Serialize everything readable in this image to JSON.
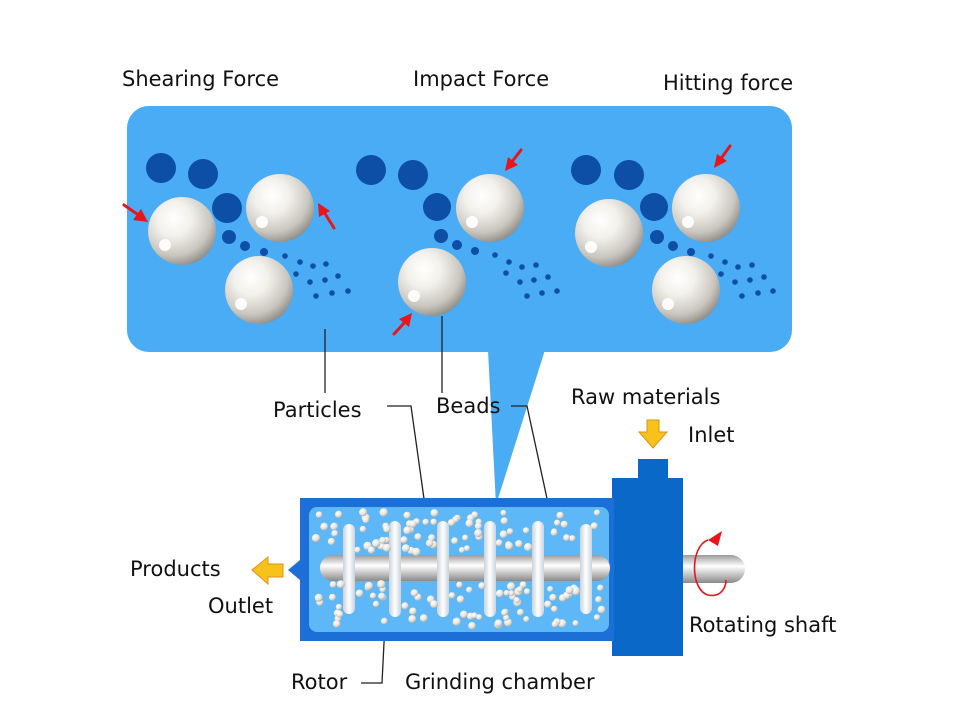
{
  "forces": {
    "shearing": "Shearing Force",
    "impact": "Impact Force",
    "hitting": "Hitting force"
  },
  "labels": {
    "particles": "Particles",
    "beads": "Beads",
    "raw_materials": "Raw materials",
    "inlet": "Inlet",
    "products": "Products",
    "outlet": "Outlet",
    "rotating_shaft": "Rotating shaft",
    "rotor": "Rotor",
    "grinding_chamber": "Grinding chamber"
  },
  "colors": {
    "panel": "#4aacf5",
    "chamber_body": "#1c6fd6",
    "chamber_inner": "#5eb7f6",
    "drive_block": "#0a68c9",
    "particle": "#0d4ea6",
    "arrow_red": "#e8161b",
    "arrow_yellow": "#f7c31a"
  }
}
